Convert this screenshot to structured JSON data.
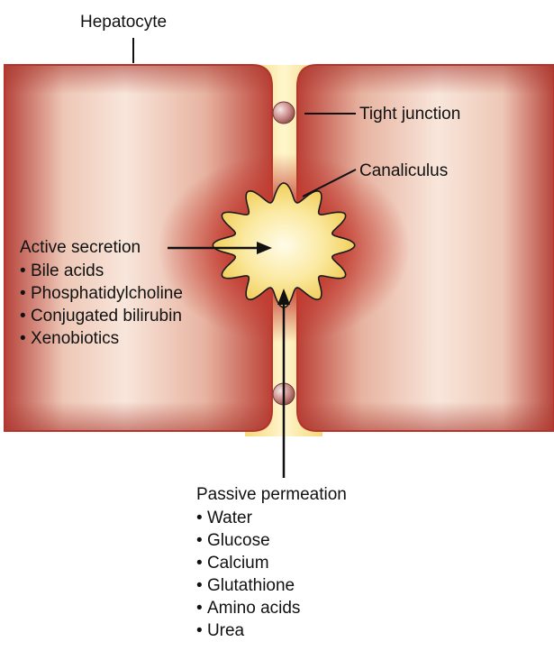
{
  "labels": {
    "hepatocyte": "Hepatocyte",
    "tight_junction": "Tight junction",
    "canaliculus": "Canaliculus",
    "active_secretion": "Active secretion",
    "passive_permeation": "Passive permeation"
  },
  "active_secretion_items": [
    "Bile acids",
    "Phosphatidylcholine",
    "Conjugated bilirubin",
    "Xenobiotics"
  ],
  "passive_permeation_items": [
    "Water",
    "Glucose",
    "Calcium",
    "Glutathione",
    "Amino acids",
    "Urea"
  ],
  "colors": {
    "cell_edge": "#b8342c",
    "cell_light": "#f7e2d6",
    "canaliculus": "#f6dc7a",
    "canaliculus_center": "#fffbe5",
    "junction": "#c98a88"
  }
}
